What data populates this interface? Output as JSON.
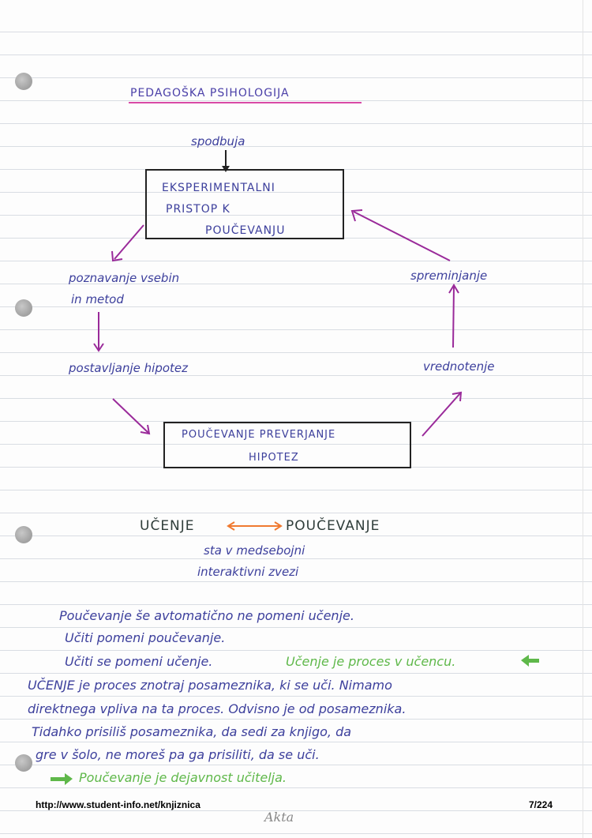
{
  "title": "PEDAGOŠKA PSIHOLOGIJA",
  "diagram": {
    "top_label": "spodbuja",
    "box_top": [
      "EKSPERIMENTALNI",
      "PRISTOP   K",
      "POUČEVANJU"
    ],
    "left_1": [
      "poznavanje vsebin",
      "in metod"
    ],
    "left_2": "postavljanje hipotez",
    "box_bottom": [
      "POUČEVANJE PREVERJANJE",
      "HIPOTEZ"
    ],
    "right_1": "spreminjanje",
    "right_2": "vrednotenje"
  },
  "relation": {
    "left": "UČENJE",
    "right": "POUČEVANJE",
    "caption": [
      "sta v medsebojni",
      "interaktivni zvezi"
    ]
  },
  "notes": [
    "Poučevanje še avtomatično ne pomeni učenje.",
    "Učiti pomeni poučevanje.",
    "Učiti se pomeni učenje.",
    "Učenje je proces v učencu.",
    "UČENJE je proces znotraj posameznika, ki se uči. Nimamo",
    "direktnega vpliva na ta proces. Odvisno je od posameznika.",
    "Tidahko prisiliš posameznika, da sedi za knjigo, da",
    "gre v šolo, ne moreš pa ga prisiliti, da se uči.",
    "Poučevanje je dejavnost učitelja."
  ],
  "footer": {
    "url": "http://www.student-info.net/knjiznica",
    "page": "7/224",
    "brand": "Akta"
  },
  "colors": {
    "ink_blue": "#3c3f9c",
    "ink_magenta": "#a0208f",
    "ink_green": "#5fb84a",
    "ink_orange": "#f07a30"
  }
}
